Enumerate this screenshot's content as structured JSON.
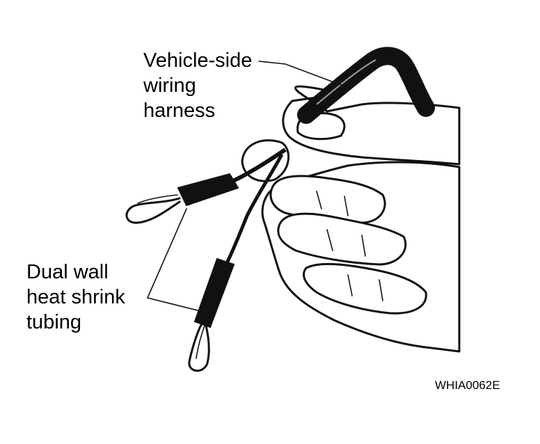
{
  "labels": {
    "harness": [
      "Vehicle-side",
      "wiring",
      "harness"
    ],
    "tubing": [
      "Dual wall",
      "heat shrink",
      "tubing"
    ]
  },
  "figure_code": "WHIA0062E",
  "colors": {
    "ink": "#111111",
    "background": "#ffffff"
  }
}
